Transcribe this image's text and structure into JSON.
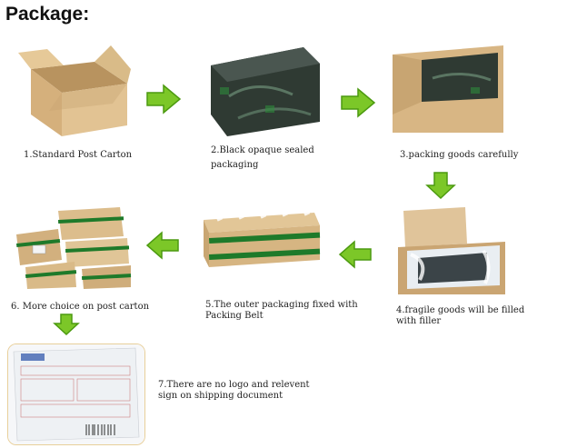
{
  "page": {
    "title": "Package:"
  },
  "steps": [
    {
      "id": 1,
      "caption_line1": "1.Standard Post Carton",
      "caption_line2": ""
    },
    {
      "id": 2,
      "caption_line1": "2.Black opaque sealed",
      "caption_line2": "packaging"
    },
    {
      "id": 3,
      "caption_line1": "3.packing goods carefully",
      "caption_line2": ""
    },
    {
      "id": 4,
      "caption_line1": "4.fragile goods will be filled",
      "caption_line2": "with filler"
    },
    {
      "id": 5,
      "caption_line1": "5.The outer packaging fixed with",
      "caption_line2": "Packing Belt"
    },
    {
      "id": 6,
      "caption_line1": "6. More choice on post carton",
      "caption_line2": ""
    },
    {
      "id": 7,
      "caption_line1": "7.There are no logo and relevent",
      "caption_line2": "sign on shipping document"
    }
  ],
  "colors": {
    "arrow_fill": "#7cc728",
    "arrow_stroke": "#4c9a10",
    "carton": "#d9b88a",
    "carton_dark": "#c49a66",
    "black_bag": "#2f3a33",
    "tape_green": "#1e7a2a",
    "frame_border": "#e8cf9a"
  }
}
